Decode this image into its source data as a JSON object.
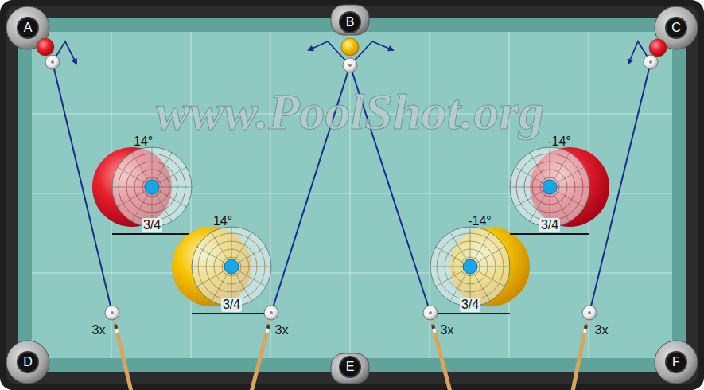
{
  "diagram": {
    "nodes": [
      {
        "text": [
          "A"
        ]
      },
      {
        "text": [
          "B"
        ]
      },
      {
        "text": [
          "C"
        ]
      },
      {
        "text": [
          "D"
        ]
      },
      {
        "text": [
          "E"
        ]
      },
      {
        "text": [
          "F"
        ]
      }
    ],
    "labels": [
      "www.PoolShot.org",
      "14°",
      "-14°",
      "14°",
      "-14°",
      "3/4",
      "3/4",
      "3/4",
      "3/4",
      "3x",
      "3x",
      "3x",
      "3x"
    ]
  }
}
